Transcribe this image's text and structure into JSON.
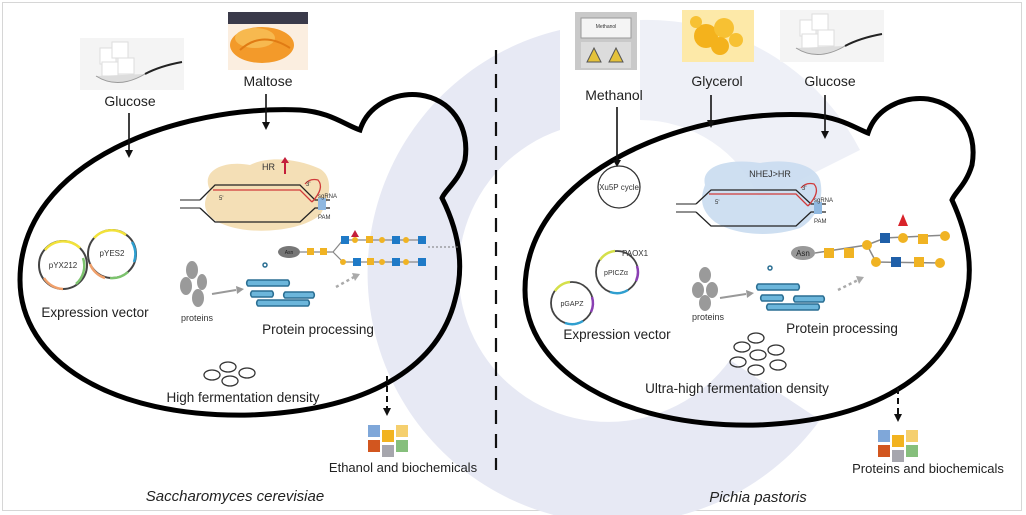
{
  "left_panel": {
    "organism": "Saccharomyces cerevisiae",
    "substrates": [
      {
        "label": "Glucose",
        "icon": "sugar-cubes-spoon"
      },
      {
        "label": "Maltose",
        "icon": "maltose-food-photo"
      }
    ],
    "crispr": {
      "label": "HR",
      "indicator": "up-arrow",
      "five_prime": "5'",
      "three_prime": "3'",
      "sgrna": "sgRNA",
      "pam": "PAM",
      "blob_color": "#f3dcae"
    },
    "plasmids": [
      "pYX212",
      "pYES2"
    ],
    "expression_vector": "Expression vector",
    "proteins": "proteins",
    "glycan_anchor": "Asn",
    "protein_processing": "Protein processing",
    "fermentation": "High fermentation density",
    "product": "Ethanol and biochemicals"
  },
  "right_panel": {
    "organism": "Pichia pastoris",
    "substrates": [
      {
        "label": "Methanol",
        "icon": "methanol-bottle",
        "bottle_text": "Methanol"
      },
      {
        "label": "Glycerol",
        "icon": "glycerol-bubbles"
      },
      {
        "label": "Glucose",
        "icon": "sugar-cubes-spoon"
      }
    ],
    "cycle": "Xu5P cycle",
    "crispr": {
      "label": "NHEJ>HR",
      "five_prime": "5'",
      "three_prime": "3'",
      "sgrna": "sgRNA",
      "pam": "PAM",
      "blob_color": "#c9dcef"
    },
    "promoter": "PAOX1",
    "plasmids": [
      "pPICZα",
      "pGAPZ"
    ],
    "expression_vector": "Expression vector",
    "proteins": "proteins",
    "glycan_anchor": "Asn",
    "protein_processing": "Protein processing",
    "fermentation": "Ultra-high fermentation density",
    "product": "Proteins and biochemicals"
  },
  "colors": {
    "cell_outline": "#000000",
    "watermark": "#e6e8f4",
    "glycan_mannose": "#f0b323",
    "glycan_glcnac": "#1f5fa8",
    "glycan_fucose": "#d8232a",
    "er_blue": "#5aa9cf",
    "product_squares": [
      "#7fa7d9",
      "#f2b320",
      "#f5cf6e",
      "#d2561f",
      "#a6a6ad",
      "#86bf7c"
    ]
  }
}
